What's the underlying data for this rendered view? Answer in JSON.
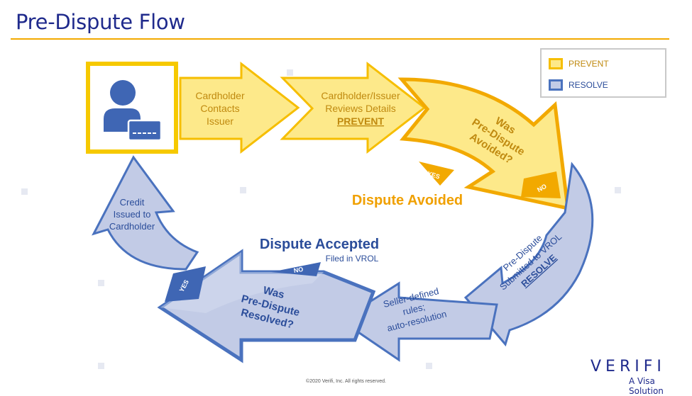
{
  "title": "Pre-Dispute Flow",
  "colors": {
    "prevent_fill": "#fde98a",
    "prevent_fill_light": "#fdf1b4",
    "prevent_stroke": "#f6be00",
    "prevent_stroke_dark": "#f0a500",
    "prevent_text": "#c08a10",
    "resolve_fill": "#c2cbe6",
    "resolve_fill_light": "#d6ddef",
    "resolve_stroke": "#4a72be",
    "resolve_text": "#2b4d9a",
    "title_blue": "#1f2a8c"
  },
  "legend": {
    "prevent_label": "PREVENT",
    "resolve_label": "RESOLVE"
  },
  "steps": {
    "cardholder_contacts": [
      "Cardholder",
      "Contacts",
      "Issuer"
    ],
    "issuer_reviews": [
      "Cardholder/Issuer",
      "Reviews Details"
    ],
    "issuer_reviews_tag": "PREVENT",
    "was_avoided": [
      "Was",
      "Pre-Dispute",
      "Avoided?"
    ],
    "yes_tab": "YES",
    "no_tab_top": "NO",
    "dispute_avoided": "Dispute Avoided",
    "submitted": [
      "Pre-Dispute",
      "Submitted to VROL"
    ],
    "submitted_tag": "RESOLVE",
    "seller_rules": [
      "Seller-defined",
      "rules;",
      "auto-resolution"
    ],
    "was_resolved": [
      "Was",
      "Pre-Dispute",
      "Resolved?"
    ],
    "yes_tab_left": "YES",
    "no_tab_mid": "NO",
    "dispute_accepted": "Dispute Accepted",
    "filed_in_vrol": "Filed in VROL",
    "credit_issued": [
      "Credit",
      "Issued to",
      "Cardholder"
    ]
  },
  "brand": {
    "name": "VERIFI",
    "tagline": "A Visa Solution"
  },
  "footer": "©2020 Verifi, Inc. All rights reserved."
}
